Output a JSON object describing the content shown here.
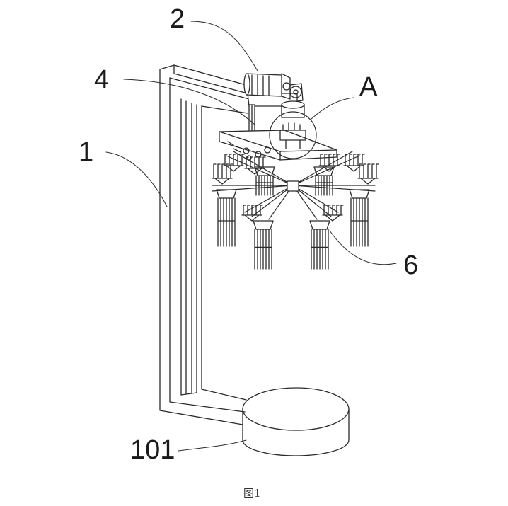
{
  "labels": {
    "motor": "2",
    "shaft": "4",
    "detail": "A",
    "frame": "1",
    "gripper_assembly": "6",
    "base": "101"
  },
  "caption": "图1",
  "colors": {
    "line": "#2a2a2a",
    "background": "#ffffff"
  }
}
